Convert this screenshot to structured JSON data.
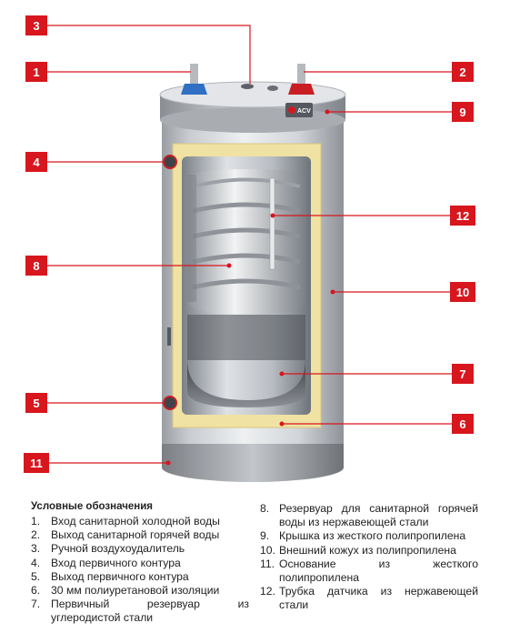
{
  "diagram": {
    "brand": "ACV",
    "markers": [
      {
        "id": "1"
      },
      {
        "id": "2"
      },
      {
        "id": "3"
      },
      {
        "id": "4"
      },
      {
        "id": "5"
      },
      {
        "id": "6"
      },
      {
        "id": "7"
      },
      {
        "id": "8"
      },
      {
        "id": "9"
      },
      {
        "id": "10"
      },
      {
        "id": "11"
      },
      {
        "id": "12"
      }
    ]
  },
  "legend": {
    "title": "Условные обозначения",
    "items": [
      {
        "num": "1.",
        "text": "Вход санитарной холодной воды"
      },
      {
        "num": "2.",
        "text": "Выход санитарной горячей воды"
      },
      {
        "num": "3.",
        "text": "Ручной воздухоудалитель"
      },
      {
        "num": "4.",
        "text": "Вход первичного контура"
      },
      {
        "num": "5.",
        "text": "Выход первичного контура"
      },
      {
        "num": "6.",
        "text": "30 мм полиуретановой изоляции"
      },
      {
        "num": "7.",
        "text": "Первичный резервуар из углеродистой стали"
      },
      {
        "num": "8.",
        "text": "Резервуар для санитарной горячей воды из нержавеющей стали"
      },
      {
        "num": "9.",
        "text": "Крышка из жесткого полипропилена"
      },
      {
        "num": "10.",
        "text": "Внешний кожух из полипропилена"
      },
      {
        "num": "11.",
        "text": "Основание из жесткого полипропилена"
      },
      {
        "num": "12.",
        "text": "Трубка датчика из нержавеющей стали"
      }
    ]
  },
  "colors": {
    "accent": "#d7161e",
    "insulation": "#efe2a3",
    "shell": "#d4d6da"
  }
}
